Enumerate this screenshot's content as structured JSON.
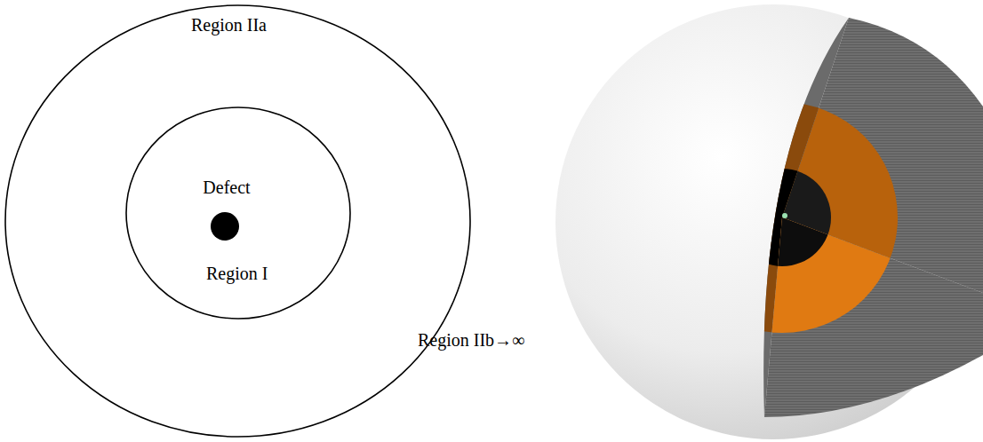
{
  "diagram": {
    "nodes": [
      {
        "text": [
          "Region IIa"
        ]
      },
      {
        "text": [
          "Region I"
        ],
        "in": 0
      },
      {
        "text": [
          "Defect"
        ],
        "in": 1
      }
    ],
    "labels": [
      "Region IIb→∞"
    ]
  }
}
